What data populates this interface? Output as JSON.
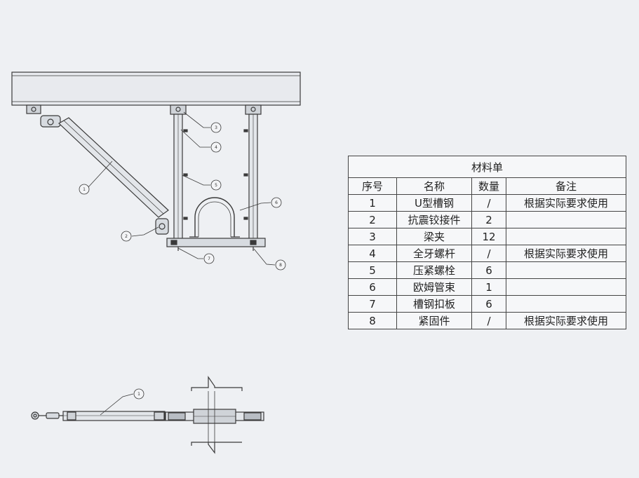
{
  "colors": {
    "line": "#3a3a3a",
    "paper": "#eef0f3",
    "channel": "#e3e6ea"
  },
  "callouts": {
    "c1": "1",
    "c2": "2",
    "c3": "3",
    "c4": "4",
    "c5": "5",
    "c6": "6",
    "c7": "7",
    "c8": "8",
    "c1b": "1"
  },
  "bom": {
    "title": "材料单",
    "headers": {
      "no": "序号",
      "name": "名称",
      "qty": "数量",
      "remark": "备注"
    },
    "rows": [
      {
        "no": "1",
        "name": "U型槽钢",
        "qty": "/",
        "remark": "根据实际要求使用"
      },
      {
        "no": "2",
        "name": "抗震铰接件",
        "qty": "2",
        "remark": ""
      },
      {
        "no": "3",
        "name": "梁夹",
        "qty": "12",
        "remark": ""
      },
      {
        "no": "4",
        "name": "全牙螺杆",
        "qty": "/",
        "remark": "根据实际要求使用"
      },
      {
        "no": "5",
        "name": "压紧螺栓",
        "qty": "6",
        "remark": ""
      },
      {
        "no": "6",
        "name": "欧姆管束",
        "qty": "1",
        "remark": ""
      },
      {
        "no": "7",
        "name": "槽钢扣板",
        "qty": "6",
        "remark": ""
      },
      {
        "no": "8",
        "name": "紧固件",
        "qty": "/",
        "remark": "根据实际要求使用"
      }
    ]
  }
}
